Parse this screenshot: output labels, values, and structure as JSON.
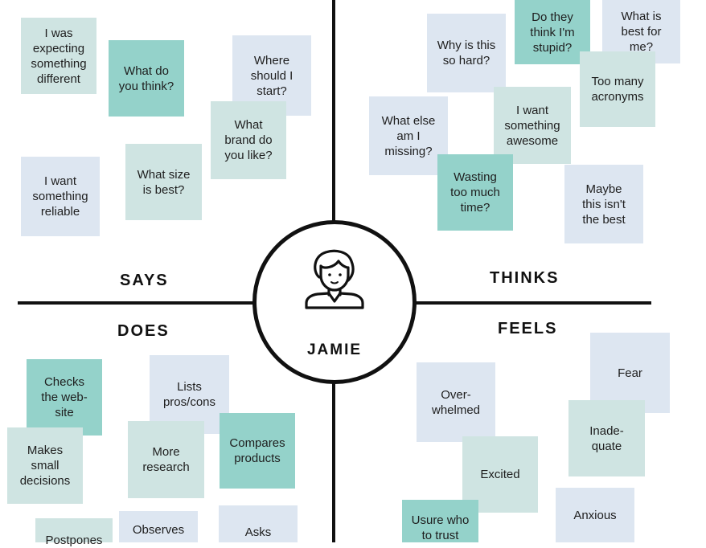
{
  "persona": {
    "name": "JAMIE"
  },
  "quadrants": {
    "says": "SAYS",
    "thinks": "THINKS",
    "does": "DOES",
    "feels": "FEELS"
  },
  "colors": {
    "light_blue": "#dde6f1",
    "light_mint": "#cfe4e2",
    "teal": "#94d2ca",
    "ink": "#111111"
  },
  "icons": {
    "persona": "person-icon"
  },
  "notes": {
    "says": [
      "I was\nexpecting\nsomething\ndifferent",
      "What do\nyou think?",
      "Where\nshould I\nstart?",
      "What\nbrand do\nyou like?",
      "I want\nsomething\nreliable",
      "What size\nis best?"
    ],
    "thinks": [
      "Why is this\nso hard?",
      "Do they\nthink I'm\nstupid?",
      "What is\nbest for\nme?",
      "Too many\nacronyms",
      "What else\nam I\nmissing?",
      "I want\nsomething\nawesome",
      "Wasting\ntoo much\ntime?",
      "Maybe\nthis isn't\nthe best"
    ],
    "does": [
      "Checks\nthe web-\nsite",
      "Lists\npros/cons",
      "Makes\nsmall\ndecisions",
      "More\nresearch",
      "Compares\nproducts",
      "Postpones",
      "Observes",
      "Asks"
    ],
    "feels": [
      "Fear",
      "Over-\nwhelmed",
      "Inade-\nquate",
      "Excited",
      "Usure who\nto trust",
      "Anxious"
    ]
  }
}
